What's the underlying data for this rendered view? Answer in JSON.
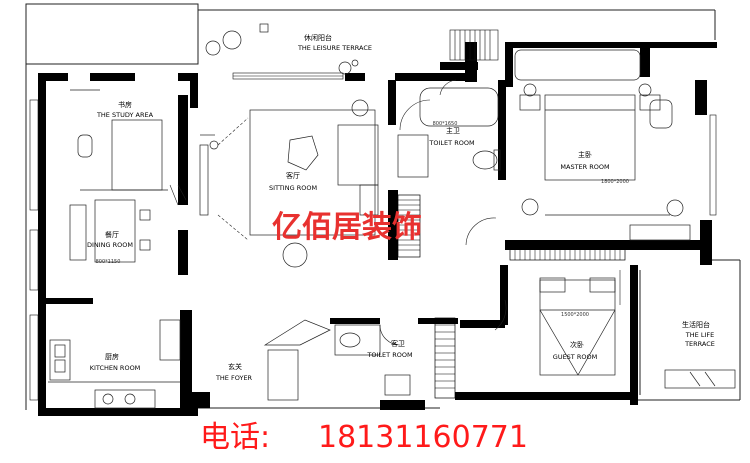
{
  "rooms": {
    "leisure_terrace": {
      "cn": "休闲阳台",
      "en": "THE LEISURE TERRACE"
    },
    "study": {
      "cn": "书房",
      "en": "THE STUDY AREA"
    },
    "sitting": {
      "cn": "客厅",
      "en": "SITTING ROOM"
    },
    "main_toilet": {
      "cn": "主卫",
      "en": "TOILET ROOM",
      "dim": "800*1650"
    },
    "master": {
      "cn": "主卧",
      "en": "MASTER ROOM",
      "dim": "1800*2000"
    },
    "dining": {
      "cn": "餐厅",
      "en": "DINING ROOM",
      "dim": "800*1150"
    },
    "guest_toilet": {
      "cn": "客卫",
      "en": "TOILET ROOM"
    },
    "guest": {
      "cn": "次卧",
      "en": "GUEST ROOM",
      "dim": "1500*2000"
    },
    "life_terrace": {
      "cn": "生活阳台",
      "en1": "THE LIFE",
      "en2": "TERRACE"
    },
    "kitchen": {
      "cn": "厨房",
      "en": "KITCHEN ROOM"
    },
    "foyer": {
      "cn": "玄关",
      "en": "THE FOYER"
    }
  },
  "watermark": "亿佰居装饰",
  "phone_label": "电话:",
  "phone_number": "18131160771",
  "colors": {
    "wall": "#000000",
    "line": "#222222",
    "watermark": "#e8312f",
    "phone": "#ff1a1a"
  }
}
